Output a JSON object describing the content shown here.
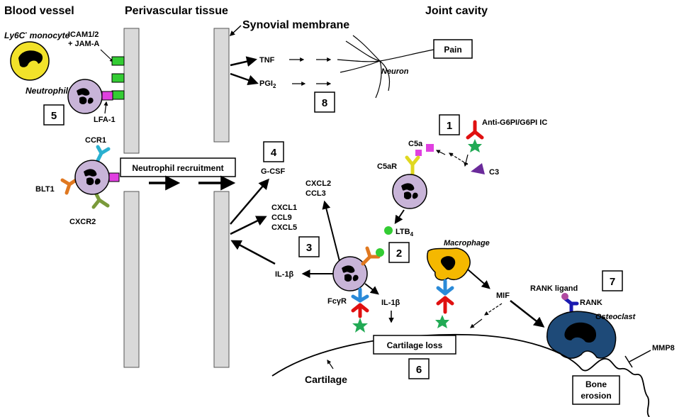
{
  "headers": {
    "blood_vessel": "Blood vessel",
    "perivascular_tissue": "Perivascular tissue",
    "synovial_membrane": "Synovial membrane",
    "joint_cavity": "Joint cavity"
  },
  "cells": {
    "monocyte": "Ly6C",
    "monocyte_sup": "-",
    "monocyte_suffix": " monocyte",
    "neutrophil": "Neutrophil",
    "macrophage": "Macrophage",
    "osteoclast": "Osteoclast",
    "neuron": "Neuron"
  },
  "receptors": {
    "icam_line1": "ICAM1/2",
    "icam_line2": "+ JAM-A",
    "lfa1": "LFA-1",
    "ccr1": "CCR1",
    "blt1": "BLT1",
    "cxcr2": "CXCR2",
    "c5ar": "C5aR",
    "fcgr": "FcγR",
    "rank": "RANK",
    "rank_ligand": "RANK ligand"
  },
  "mediators": {
    "tnf": "TNF",
    "pgi2": "PGI",
    "pgi2_sub": "2",
    "gcsf": "G-CSF",
    "cxcl2": "CXCL2",
    "ccl3": "CCL3",
    "cxcl1": "CXCL1",
    "ccl9": "CCL9",
    "cxcl5": "CXCL5",
    "ltb4": "LTB",
    "ltb4_sub": "4",
    "il1b_left": "IL-1β",
    "il1b_right": "IL-1β",
    "mif": "MIF",
    "c5a": "C5a",
    "c3": "C3",
    "anti_g6pi": "Anti-G6PI/G6PI IC",
    "mmp8": "MMP8"
  },
  "boxes": {
    "pain": "Pain",
    "neutrophil_recruitment": "Neutrophil recruitment",
    "cartilage_loss": "Cartilage loss",
    "bone_erosion_line1": "Bone",
    "bone_erosion_line2": "erosion"
  },
  "labels": {
    "cartilage": "Cartilage"
  },
  "steps": [
    "1",
    "2",
    "3",
    "4",
    "5",
    "6",
    "7",
    "8"
  ],
  "colors": {
    "cell_body": "#c8b4d8",
    "monocyte": "#f2e22a",
    "integrin": "#33cc33",
    "lfa1": "#e040e0",
    "ccr1": "#2ab0d0",
    "blt1": "#e07820",
    "cxcr2": "#7a9a3a",
    "c5ar": "#e0d820",
    "antibody_red": "#e01010",
    "antibody_blue": "#2a8ad8",
    "star": "#22aa55",
    "c3": "#6a2a9a",
    "macrophage": "#f5b800",
    "osteoclast": "#1e4a78",
    "rank": "#1a1ab0",
    "rank_ligand": "#b04aa0",
    "membrane": "#d9d9d9"
  }
}
